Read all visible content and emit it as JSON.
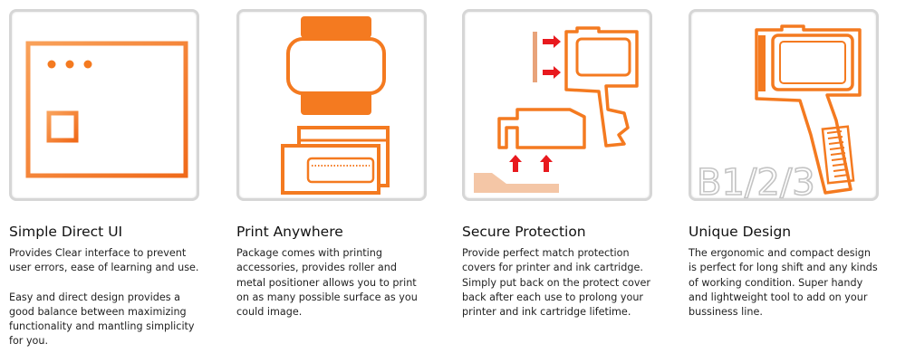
{
  "colors": {
    "accent": "#f47a20",
    "arrow": "#e8191e",
    "tile_border": "#d6d6d6"
  },
  "features": [
    {
      "icon": "browser-window-icon",
      "title": "Simple Direct UI",
      "paragraphs": [
        "Provides Clear interface to prevent user errors, ease of learning and use.",
        "Easy and direct design provides a good balance between maximizing functionality and mantling simplicity for you."
      ]
    },
    {
      "icon": "printer-accessories-icon",
      "title": "Print Anywhere",
      "paragraphs": [
        "Package comes with printing accessories, provides roller and metal positioner allows you to print on as many possible surface as you could image."
      ]
    },
    {
      "icon": "protection-covers-icon",
      "title": "Secure Protection",
      "paragraphs": [
        "Provide perfect match protection covers for printer and ink cartridge. Simply put back on the protect cover back after each use to prolong your printer and ink cartridge lifetime."
      ]
    },
    {
      "icon": "handheld-printer-icon",
      "title": "Unique Design",
      "badge": "B1/2/3",
      "paragraphs": [
        "The ergonomic and compact design is perfect for long shift and any kinds of working condition. Super handy and lightweight tool to add on your bussiness line."
      ]
    }
  ]
}
